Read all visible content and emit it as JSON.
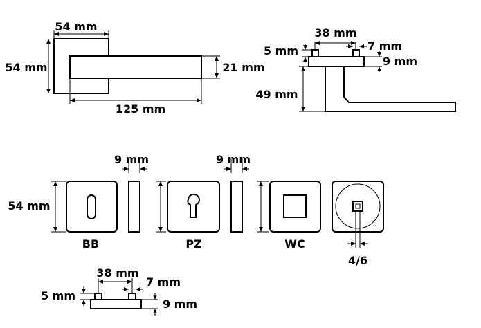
{
  "lever": {
    "top_width": "54 mm",
    "rose_height": "54 mm",
    "handle_height": "21 mm",
    "length": "125 mm"
  },
  "side_view": {
    "pin_spacing": "38 mm",
    "pin_height": "5 mm",
    "pin_width": "7 mm",
    "plate_thickness": "9 mm",
    "projection": "49 mm"
  },
  "escutcheons": {
    "height": "54 mm",
    "thickness_1": "9 mm",
    "thickness_2": "9 mm",
    "types": [
      {
        "code": "BB"
      },
      {
        "code": "PZ"
      },
      {
        "code": "WC"
      },
      {
        "code": "4/6"
      }
    ]
  },
  "bottom_side_view": {
    "pin_spacing": "38 mm",
    "pin_height": "5 mm",
    "pin_width": "7 mm",
    "plate_thickness": "9 mm"
  }
}
